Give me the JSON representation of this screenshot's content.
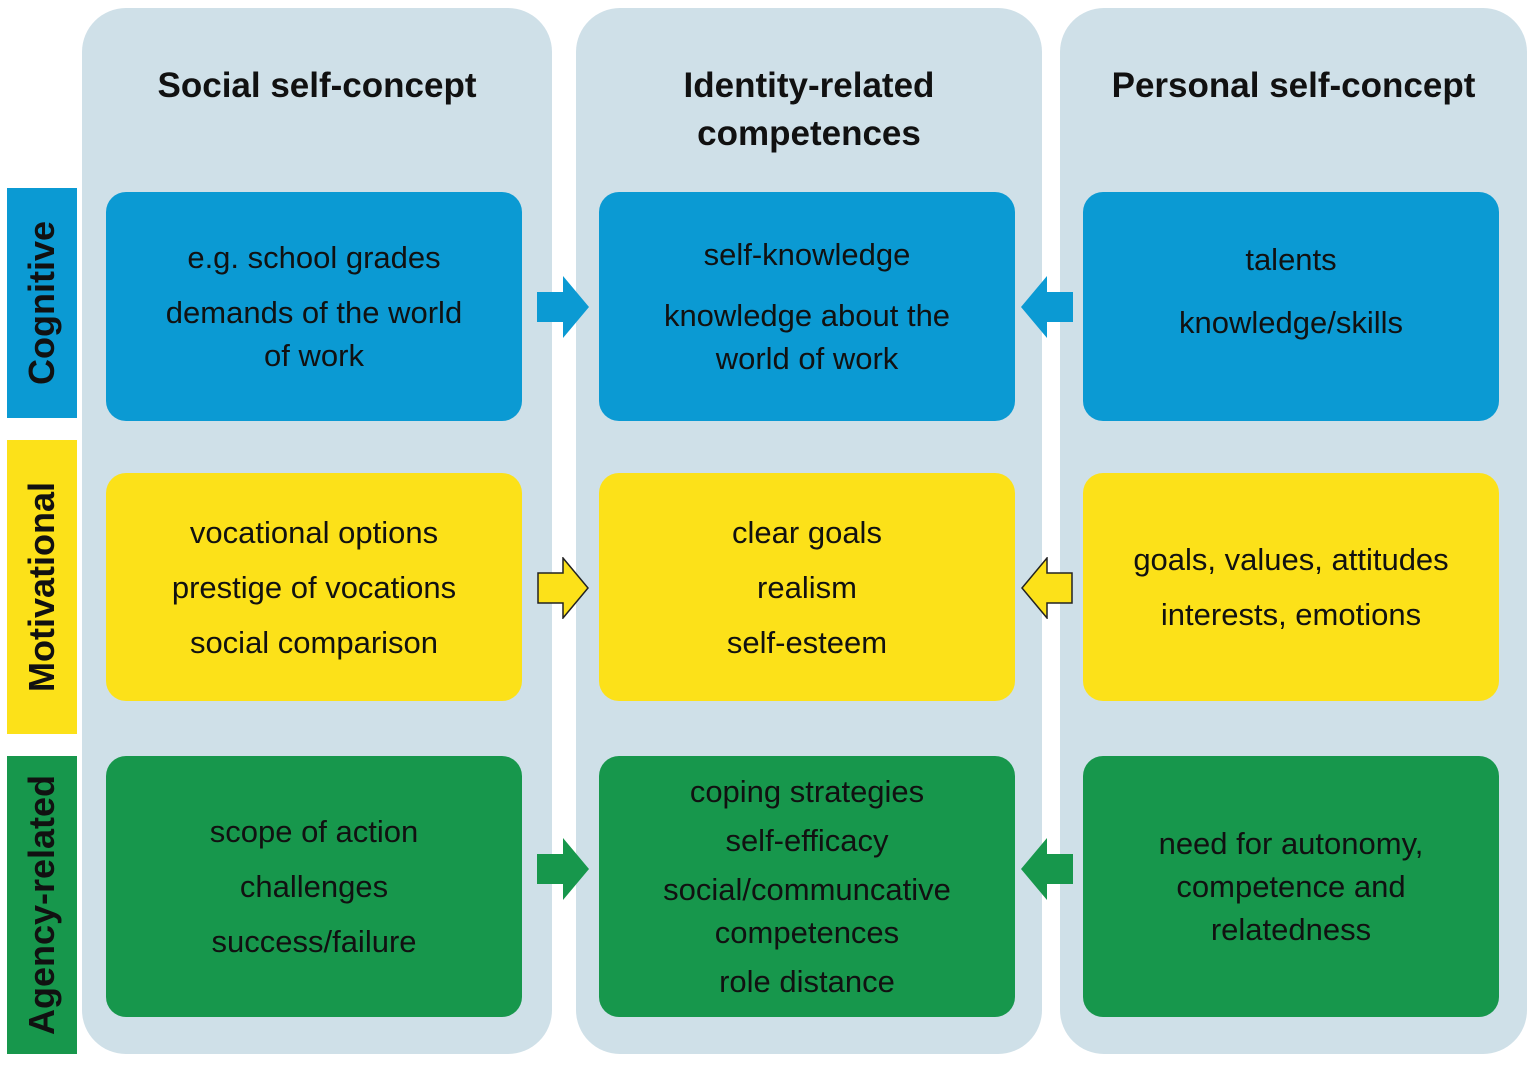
{
  "columns": [
    {
      "title_lines": [
        "Social self-concept"
      ]
    },
    {
      "title_lines": [
        "Identity-related",
        "competences"
      ]
    },
    {
      "title_lines": [
        "Personal self-concept"
      ]
    }
  ],
  "rows": [
    {
      "label": "Cognitive",
      "color": "#0b9ad3"
    },
    {
      "label": "Motivational",
      "color": "#fce119"
    },
    {
      "label": "Agency-related",
      "color": "#17974c"
    }
  ],
  "cells": {
    "cognitive": {
      "social": [
        "e.g. school grades",
        "demands of the world",
        "of work"
      ],
      "identity": [
        "self-knowledge",
        "knowledge about the",
        "world of work"
      ],
      "personal": [
        "talents",
        "knowledge/skills"
      ]
    },
    "motivational": {
      "social": [
        "vocational options",
        "prestige of vocations",
        "social comparison"
      ],
      "identity": [
        "clear goals",
        "realism",
        "self-esteem"
      ],
      "personal": [
        "goals, values, attitudes",
        "interests, emotions"
      ]
    },
    "agency": {
      "social": [
        "scope of action",
        "challenges",
        "success/failure"
      ],
      "identity": [
        "coping strategies",
        "self-efficacy",
        "social/communcative",
        "competences",
        "role distance"
      ],
      "personal": [
        "need for autonomy,",
        "competence and",
        "relatedness"
      ]
    }
  },
  "colors": {
    "column_bg": "#cfe0e8",
    "cognitive": "#0b9ad3",
    "motivational": "#fce119",
    "agency": "#17974c"
  },
  "arrows": [
    {
      "row": "cognitive",
      "from": "social",
      "to": "identity",
      "direction": "right"
    },
    {
      "row": "cognitive",
      "from": "personal",
      "to": "identity",
      "direction": "left"
    },
    {
      "row": "motivational",
      "from": "social",
      "to": "identity",
      "direction": "right"
    },
    {
      "row": "motivational",
      "from": "personal",
      "to": "identity",
      "direction": "left"
    },
    {
      "row": "agency",
      "from": "social",
      "to": "identity",
      "direction": "right"
    },
    {
      "row": "agency",
      "from": "personal",
      "to": "identity",
      "direction": "left"
    }
  ]
}
